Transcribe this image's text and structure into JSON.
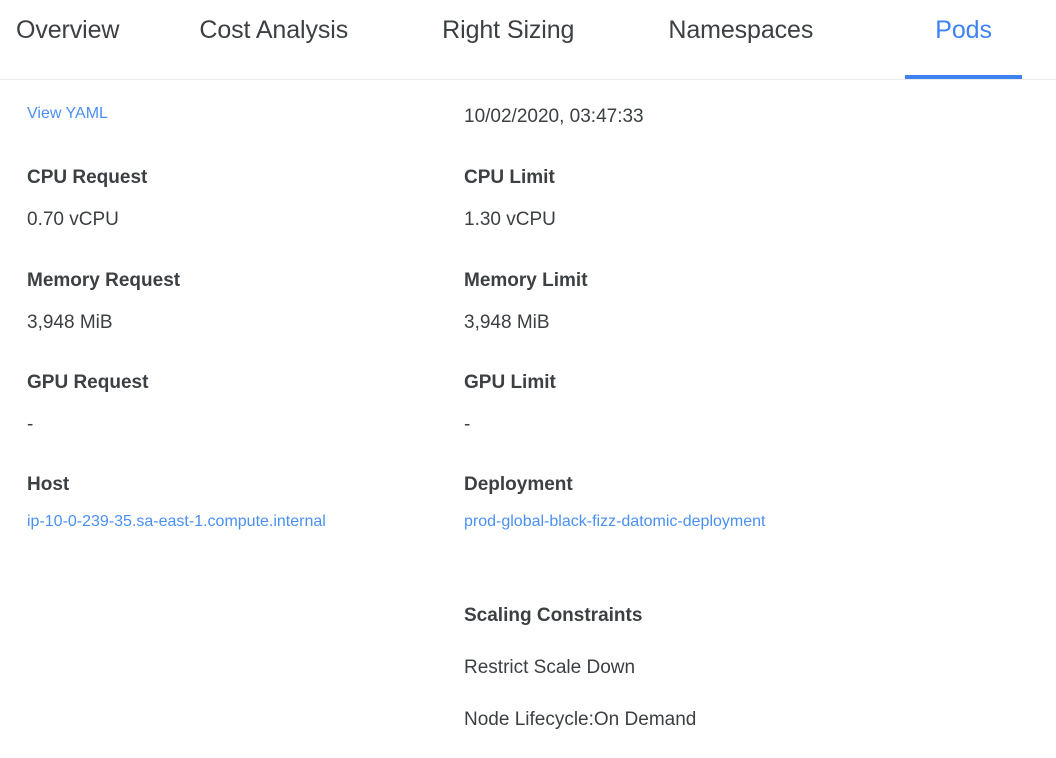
{
  "tabs": [
    {
      "label": "Overview",
      "active": false
    },
    {
      "label": "Cost Analysis",
      "active": false
    },
    {
      "label": "Right Sizing",
      "active": false
    },
    {
      "label": "Namespaces",
      "active": false
    },
    {
      "label": "Pods",
      "active": true
    }
  ],
  "details": {
    "view_yaml_link": "View YAML",
    "timestamp": "10/02/2020, 03:47:33",
    "cpu_request": {
      "label": "CPU Request",
      "value": "0.70 vCPU"
    },
    "cpu_limit": {
      "label": "CPU Limit",
      "value": "1.30 vCPU"
    },
    "memory_request": {
      "label": "Memory Request",
      "value": "3,948 MiB"
    },
    "memory_limit": {
      "label": "Memory Limit",
      "value": "3,948 MiB"
    },
    "gpu_request": {
      "label": "GPU Request",
      "value": "-"
    },
    "gpu_limit": {
      "label": "GPU Limit",
      "value": "-"
    },
    "host": {
      "label": "Host",
      "value": "ip-10-0-239-35.sa-east-1.compute.internal"
    },
    "deployment": {
      "label": "Deployment",
      "value": "prod-global-black-fizz-datomic-deployment"
    },
    "scaling_constraints": {
      "label": "Scaling Constraints",
      "items": [
        "Restrict Scale Down",
        "Node Lifecycle:On Demand"
      ]
    }
  },
  "colors": {
    "accent": "#3f82f2",
    "link": "#4a90f2",
    "text": "#3c4043",
    "divider": "#ebebeb",
    "background": "#ffffff"
  }
}
